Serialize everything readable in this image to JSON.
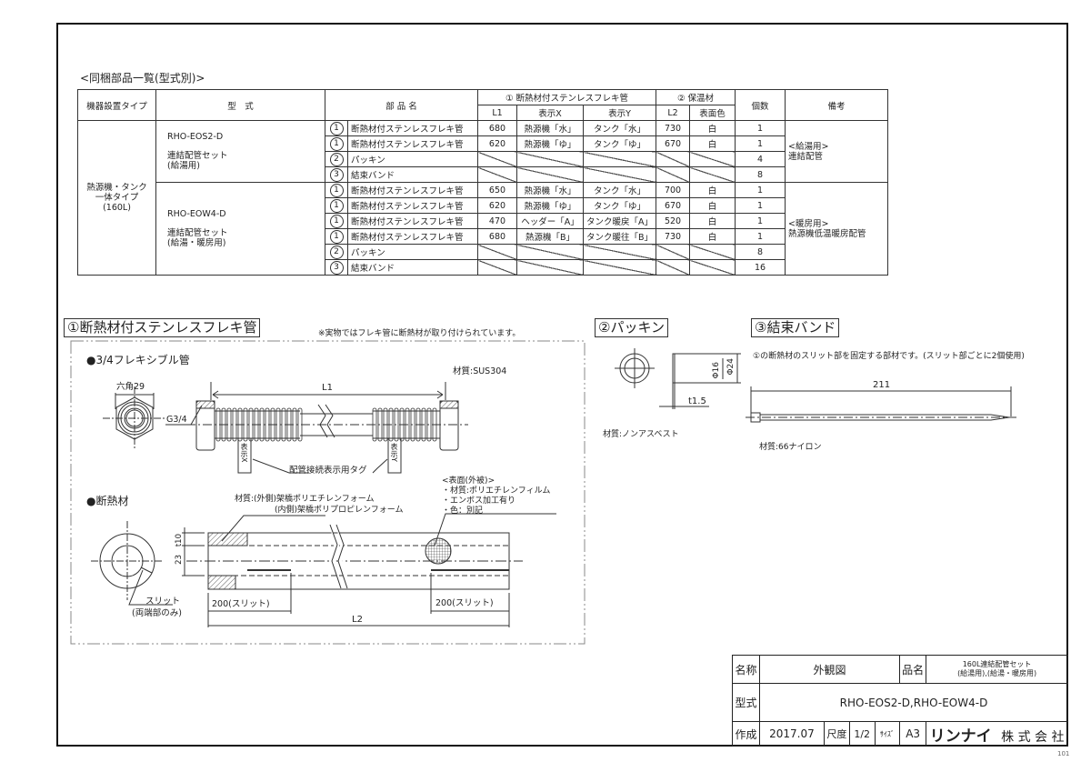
{
  "parts_list": {
    "title": "<同梱部品一覧(型式別)>",
    "headers": {
      "install_type": "機器設置タイプ",
      "model": "型　式",
      "part_name": "部 品 名",
      "flex_group": "① 断熱材付ステンレスフレキ管",
      "insul_group": "② 保温材",
      "l1": "L1",
      "label_x": "表示X",
      "label_y": "表示Y",
      "l2": "L2",
      "surface_color": "表面色",
      "qty": "個数",
      "remarks": "備考"
    },
    "install_type": "熱源機・タンク\n一体タイプ\n(160L)",
    "groups": [
      {
        "model": "RHO-EOS2-D",
        "set_name": "連結配管セット\n(給湯用)",
        "remarks": "<給湯用>\n連結配管",
        "rows": [
          {
            "no": "1",
            "name": "断熱材付ステンレスフレキ管",
            "l1": "680",
            "x": "熱源機「水」",
            "y": "タンク「水」",
            "l2": "730",
            "color": "白",
            "qty": "1"
          },
          {
            "no": "1",
            "name": "断熱材付ステンレスフレキ管",
            "l1": "620",
            "x": "熱源機「ゆ」",
            "y": "タンク「ゆ」",
            "l2": "670",
            "color": "白",
            "qty": "1"
          },
          {
            "no": "2",
            "name": "パッキン",
            "l1": "",
            "x": "",
            "y": "",
            "l2": "",
            "color": "",
            "qty": "4"
          },
          {
            "no": "3",
            "name": "結束バンド",
            "l1": "",
            "x": "",
            "y": "",
            "l2": "",
            "color": "",
            "qty": "8"
          }
        ]
      },
      {
        "model": "RHO-EOW4-D",
        "set_name": "連結配管セット\n(給湯・暖房用)",
        "remarks": "<暖房用>\n熱源機低温暖房配管",
        "rows": [
          {
            "no": "1",
            "name": "断熱材付ステンレスフレキ管",
            "l1": "650",
            "x": "熱源機「水」",
            "y": "タンク「水」",
            "l2": "700",
            "color": "白",
            "qty": "1"
          },
          {
            "no": "1",
            "name": "断熱材付ステンレスフレキ管",
            "l1": "620",
            "x": "熱源機「ゆ」",
            "y": "タンク「ゆ」",
            "l2": "670",
            "color": "白",
            "qty": "1"
          },
          {
            "no": "1",
            "name": "断熱材付ステンレスフレキ管",
            "l1": "470",
            "x": "ヘッダー「A」",
            "y": "タンク暖戻「A」",
            "l2": "520",
            "color": "白",
            "qty": "1"
          },
          {
            "no": "1",
            "name": "断熱材付ステンレスフレキ管",
            "l1": "680",
            "x": "熱源機「B」",
            "y": "タンク暖往「B」",
            "l2": "730",
            "color": "白",
            "qty": "1"
          },
          {
            "no": "2",
            "name": "パッキン",
            "l1": "",
            "x": "",
            "y": "",
            "l2": "",
            "color": "",
            "qty": "8"
          },
          {
            "no": "3",
            "name": "結束バンド",
            "l1": "",
            "x": "",
            "y": "",
            "l2": "",
            "color": "",
            "qty": "16"
          }
        ]
      }
    ]
  },
  "section1": {
    "title": "①断熱材付ステンレスフレキ管",
    "note": "※実物ではフレキ管に断熱材が取り付けられています。",
    "flex_heading": "●3/4フレキシブル管",
    "flex_material": "材質:SUS304",
    "hex_label": "六角29",
    "thread_label": "G3/4",
    "l1_label": "L1",
    "tag_x": "表示X",
    "tag_y": "表示Y",
    "tag_label": "配管接続表示用タグ",
    "insul_heading": "●断熱材",
    "insul_material_outer": "材質:(外側)架橋ポリエチレンフォーム",
    "insul_material_inner": "(内側)架橋ポリプロピレンフォーム",
    "surface_title": "<表面(外被)>",
    "surface_items": [
      "・材質:ポリエチレンフィルム",
      "・エンボス加工有り",
      "・色：別記"
    ],
    "dim_t10": "t10",
    "dim_23": "23",
    "slit_label": "スリット",
    "slit_note": "(両端部のみ)",
    "slit_left": "200(スリット)",
    "slit_right": "200(スリット)",
    "l2_label": "L2"
  },
  "section2": {
    "title": "②パッキン",
    "dim_d16": "Φ16",
    "dim_d24": "Φ24",
    "dim_t": "t1.5",
    "material": "材質:ノンアスベスト"
  },
  "section3": {
    "title": "③結束バンド",
    "note": "①の断熱材のスリット部を固定する部材です。(スリット部ごとに2個使用)",
    "length": "211",
    "material": "材質:66ナイロン"
  },
  "title_block": {
    "name_label": "名称",
    "name_value": "外観図",
    "product_label": "品名",
    "product_value_1": "160L連結配管セット",
    "product_value_2": "(給湯用),(給湯・暖房用)",
    "model_label": "型式",
    "model_value": "RHO-EOS2-D,RHO-EOW4-D",
    "created_label": "作成",
    "created_value": "2017.07",
    "scale_label": "尺度",
    "scale_value": "1/2",
    "size_label": "ｻｲｽﾞ",
    "size_value": "A3",
    "company_logo": "リンナイ",
    "company_suffix": "株 式 会 社"
  },
  "page_number": "101"
}
